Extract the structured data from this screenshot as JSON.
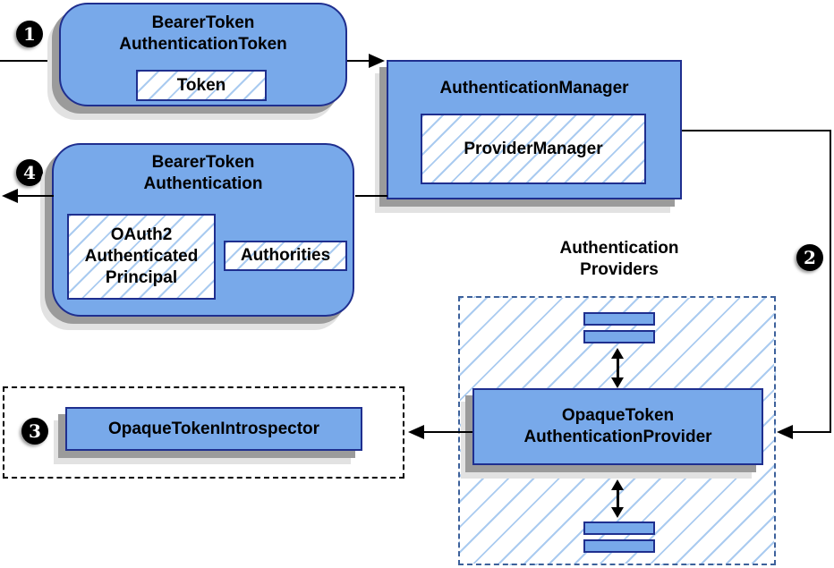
{
  "colors": {
    "node_fill": "#78a9ea",
    "node_border": "#1f2f8f",
    "hatch_line": "#aacbf0",
    "providers_region_border": "#3d619b",
    "introspector_region_border": "#000000",
    "shadow_dark": "#9b9b9b",
    "shadow_light": "#e2e2e2",
    "line_color": "#000000",
    "badge_background": "#000000",
    "badge_text": "#ffffff"
  },
  "badges": {
    "step1": "1",
    "step2": "2",
    "step3": "3",
    "step4": "4"
  },
  "nodes": {
    "bearer_token_authentication_token": {
      "title": "BearerToken\nAuthenticationToken",
      "token_label": "Token"
    },
    "authentication_manager": {
      "title": "AuthenticationManager",
      "provider_manager_label": "ProviderManager"
    },
    "bearer_token_authentication": {
      "title": "BearerToken\nAuthentication",
      "principal_label": "OAuth2\nAuthenticated\nPrincipal",
      "authorities_label": "Authorities"
    },
    "authentication_providers": {
      "label": "Authentication\nProviders"
    },
    "opaque_token_authentication_provider": {
      "title": "OpaqueToken\nAuthenticationProvider"
    },
    "opaque_token_introspector": {
      "title": "OpaqueTokenIntrospector"
    }
  }
}
